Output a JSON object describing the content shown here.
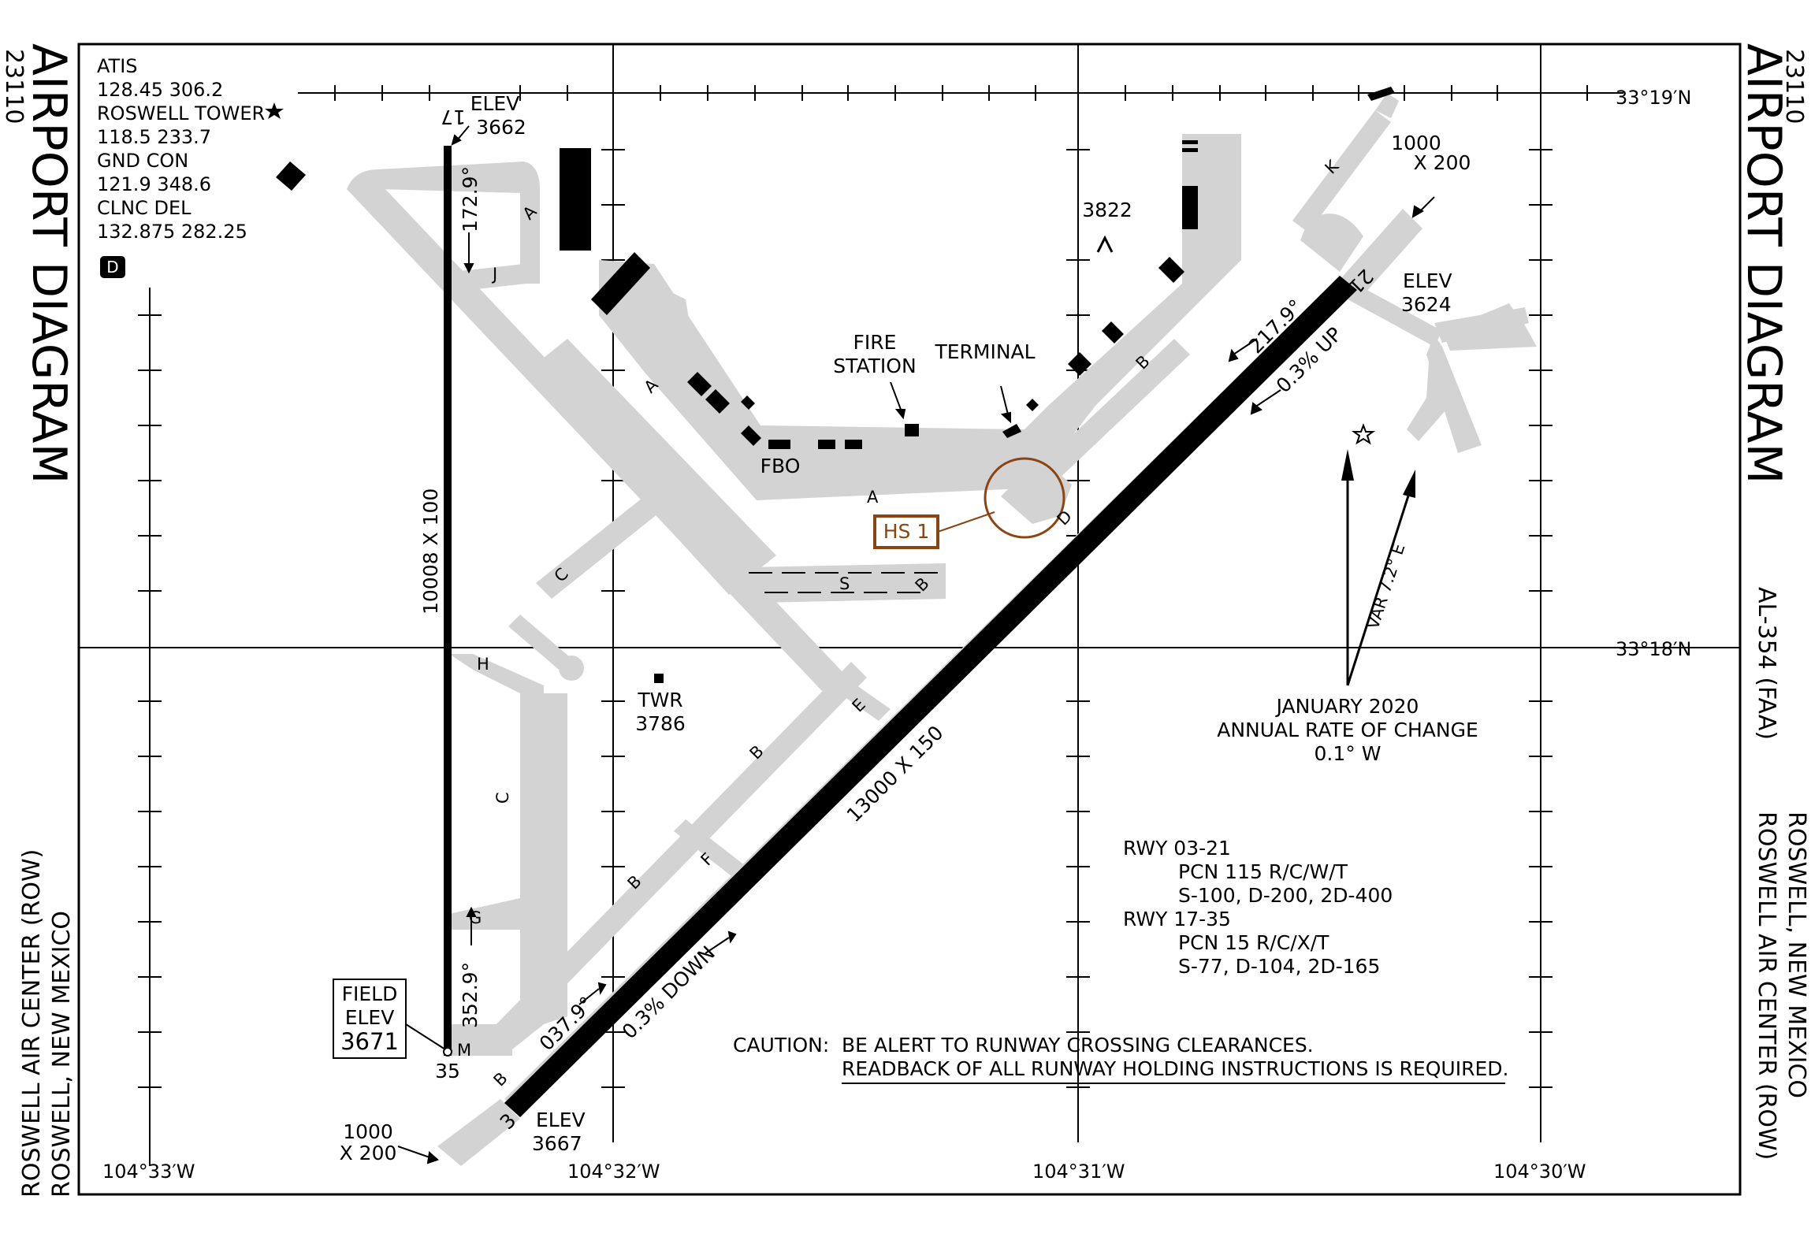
{
  "diagram": {
    "title": "AIRPORT DIAGRAM",
    "chart_number": "23110",
    "faa_id": "AL-354 (FAA)",
    "airport_name": "ROSWELL AIR CENTER (ROW)",
    "location": "ROSWELL, NEW MEXICO"
  },
  "frequencies": [
    "ATIS",
    "128.45 306.2",
    "ROSWELL TOWER",
    "118.5 233.7",
    "GND CON",
    "121.9 348.6",
    "CLNC DEL",
    "132.875 282.25"
  ],
  "d_box": "D",
  "coordinates": {
    "lat_top": "33°19′N",
    "lat_mid": "33°18′N",
    "lon_1": "104°33′W",
    "lon_2": "104°32′W",
    "lon_3": "104°31′W",
    "lon_4": "104°30′W"
  },
  "runways": {
    "rwy_17": {
      "number_top": "17",
      "number_bottom": "35",
      "dimensions": "10008 X 100",
      "heading_top": "172.9°",
      "heading_bottom": "352.9°",
      "elev_top_label": "ELEV",
      "elev_top_value": "3662"
    },
    "rwy_3": {
      "number_bottom": "3",
      "number_top": "21",
      "dimensions": "13000 X 150",
      "heading_bottom": "037.9°",
      "heading_top": "217.9°",
      "slope_down": "0.3% DOWN",
      "slope_up": "0.3% UP",
      "elev_top_label": "ELEV",
      "elev_top_value": "3624",
      "elev_bottom_label": "ELEV",
      "elev_bottom_value": "3667",
      "overrun_top_1": "1000",
      "overrun_top_2": "X 200",
      "overrun_bottom_1": "1000",
      "overrun_bottom_2": "X 200"
    }
  },
  "field_elev": {
    "line1": "FIELD",
    "line2": "ELEV",
    "value": "3671"
  },
  "labels": {
    "fire_station_1": "FIRE",
    "fire_station_2": "STATION",
    "terminal": "TERMINAL",
    "fbo": "FBO",
    "twr": "TWR",
    "twr_elev": "3786",
    "obstacle_elev": "3822",
    "hot_spot": "HS 1"
  },
  "taxiways": {
    "A": "A",
    "B": "B",
    "C": "C",
    "D": "D",
    "E": "E",
    "F": "F",
    "G": "G",
    "H": "H",
    "J": "J",
    "K": "K",
    "M": "M",
    "S": "S"
  },
  "magnetic": {
    "var": "VAR 7.2° E",
    "date": "JANUARY 2020",
    "rate_label": "ANNUAL RATE OF CHANGE",
    "rate_value": "0.1° W"
  },
  "pcn": [
    "RWY 03-21",
    "PCN 115 R/C/W/T",
    "S-100, D-200, 2D-400",
    "RWY 17-35",
    "PCN 15 R/C/X/T",
    "S-77, D-104, 2D-165"
  ],
  "caution": {
    "prefix": "CAUTION:",
    "line1": "BE ALERT TO RUNWAY CROSSING CLEARANCES.",
    "line2": "READBACK OF ALL RUNWAY HOLDING INSTRUCTIONS IS REQUIRED."
  },
  "colors": {
    "pavement": "#d3d3d3",
    "runway": "#000000",
    "hot_spot": "#8B4513"
  }
}
